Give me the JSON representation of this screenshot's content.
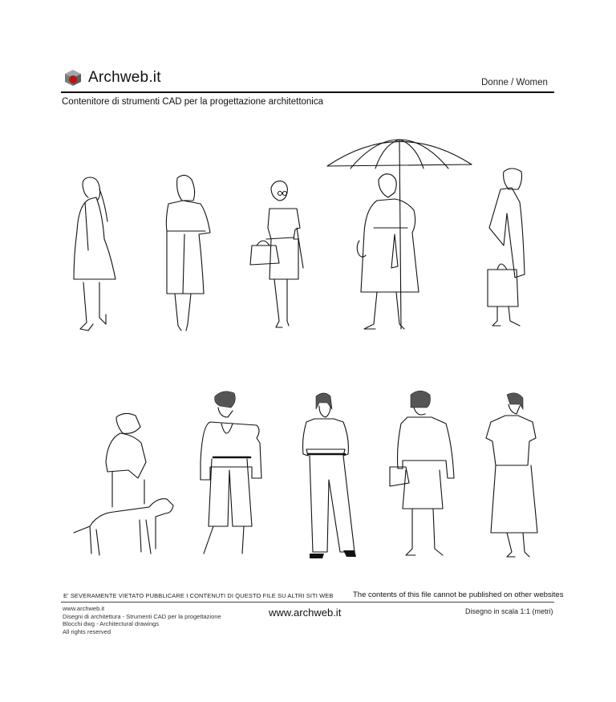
{
  "header": {
    "brand": "Archweb.it",
    "logo_icon": "cube-icon",
    "logo_colors": {
      "top": "#9a9a9a",
      "side": "#6e6e6e",
      "center": "#b01818"
    },
    "category": "Donne / Women",
    "subtitle": "Contenitore di strumenti CAD per la progettazione architettonica"
  },
  "drawing": {
    "title": "Donne / Women",
    "rows": [
      {
        "figures": [
          {
            "id": "woman-trench-coat",
            "label": "Woman in trench coat, side view"
          },
          {
            "id": "woman-back-view",
            "label": "Woman seen from behind"
          },
          {
            "id": "woman-glasses-handbag",
            "label": "Woman with glasses and handbag"
          },
          {
            "id": "woman-umbrella",
            "label": "Woman with umbrella"
          },
          {
            "id": "woman-shopping-bag",
            "label": "Elderly woman with shopping bag"
          }
        ]
      },
      {
        "figures": [
          {
            "id": "woman-with-dog",
            "label": "Woman walking a dog"
          },
          {
            "id": "woman-blazer",
            "label": "Woman in blazer with necklace"
          },
          {
            "id": "woman-jumpsuit",
            "label": "Woman in shirt and trousers"
          },
          {
            "id": "woman-jacket-purse",
            "label": "Woman in jacket with purse"
          },
          {
            "id": "woman-skirt",
            "label": "Woman in blouse and midi skirt"
          }
        ]
      }
    ]
  },
  "footer": {
    "warning_it": "E' SEVERAMENTE VIETATO PUBBLICARE I CONTENUTI DI QUESTO FILE SU ALTRI SITI WEB",
    "warning_en": "The contents of this file cannot be published on other websites",
    "left_lines": [
      "www.archweb.it",
      "Disegni di architettura - Strumenti CAD  per la progettazione",
      "Blocchi dwg - Architectural drawings",
      "All rights reserved"
    ],
    "center_url": "www.archweb.it",
    "scale": "Disegno in scala 1:1 (metri)"
  }
}
